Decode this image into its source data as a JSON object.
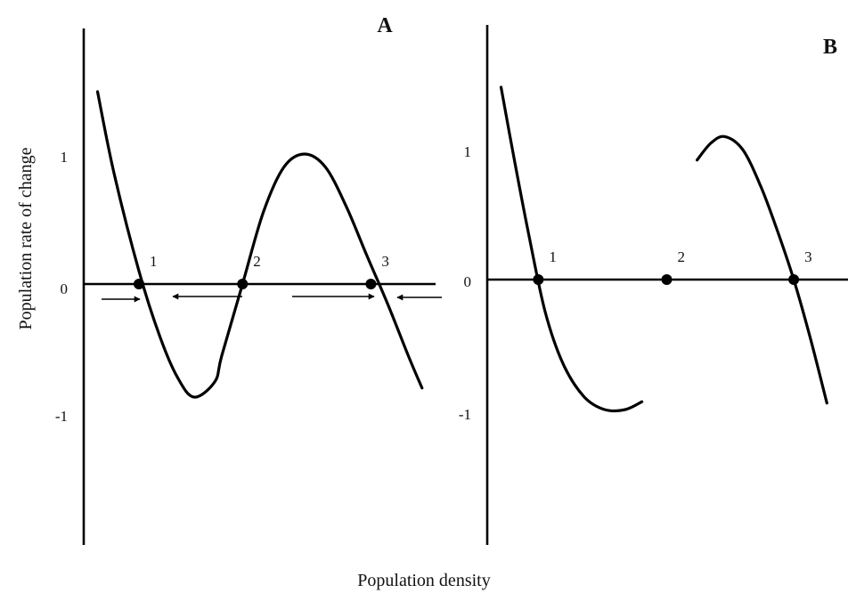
{
  "chart_data": [
    {
      "panel": "A",
      "type": "line",
      "title": "",
      "xlabel": "Population density",
      "ylabel": "Population rate of change",
      "ylim": [
        -2,
        2
      ],
      "yticks": [
        1,
        0,
        -1
      ],
      "ytick_labels": [
        "1",
        "0",
        "-1"
      ],
      "grid": false,
      "series": [
        {
          "x": [
            0.1,
            0.22,
            0.4,
            0.55,
            0.68,
            0.8,
            0.95,
            1.0,
            1.15,
            1.3,
            1.45,
            1.6,
            1.75,
            1.9,
            2.05,
            2.2,
            2.35,
            2.45
          ],
          "y": [
            1.48,
            0.85,
            0.1,
            -0.4,
            -0.72,
            -0.87,
            -0.75,
            -0.55,
            0.0,
            0.55,
            0.9,
            1.0,
            0.9,
            0.6,
            0.22,
            -0.15,
            -0.55,
            -0.8
          ]
        }
      ],
      "equilibria": [
        {
          "label": "1",
          "x": 0.4,
          "y": 0
        },
        {
          "label": "2",
          "x": 1.15,
          "y": 0
        },
        {
          "label": "3",
          "x": 2.08,
          "y": 0
        }
      ],
      "flow_arrows": [
        {
          "direction": "right",
          "toward": "1"
        },
        {
          "direction": "left",
          "toward": "1"
        },
        {
          "direction": "right",
          "toward": "3"
        },
        {
          "direction": "left",
          "toward": "3"
        }
      ]
    },
    {
      "panel": "B",
      "type": "line",
      "title": "",
      "xlabel": "Population density",
      "ylabel": "",
      "ylim": [
        -2,
        2
      ],
      "yticks": [
        1,
        0,
        -1
      ],
      "ytick_labels": [
        "1",
        "0",
        "-1"
      ],
      "grid": false,
      "series": [
        {
          "x": [
            0.1,
            0.2,
            0.3,
            0.42,
            0.55,
            0.7,
            0.85,
            1.0,
            1.12
          ],
          "y": [
            1.48,
            0.9,
            0.35,
            -0.25,
            -0.65,
            -0.9,
            -1.0,
            -1.0,
            -0.94
          ]
        },
        {
          "x": [
            1.52,
            1.62,
            1.72,
            1.85,
            1.98,
            2.1,
            2.22,
            2.34,
            2.46
          ],
          "y": [
            0.92,
            1.05,
            1.1,
            1.0,
            0.72,
            0.38,
            0.0,
            -0.45,
            -0.95
          ]
        }
      ],
      "equilibria": [
        {
          "label": "1",
          "x": 0.37,
          "y": 0
        },
        {
          "label": "2",
          "x": 1.3,
          "y": 0
        },
        {
          "label": "3",
          "x": 2.22,
          "y": 0
        }
      ]
    }
  ],
  "figure": {
    "xlabel": "Population density"
  }
}
